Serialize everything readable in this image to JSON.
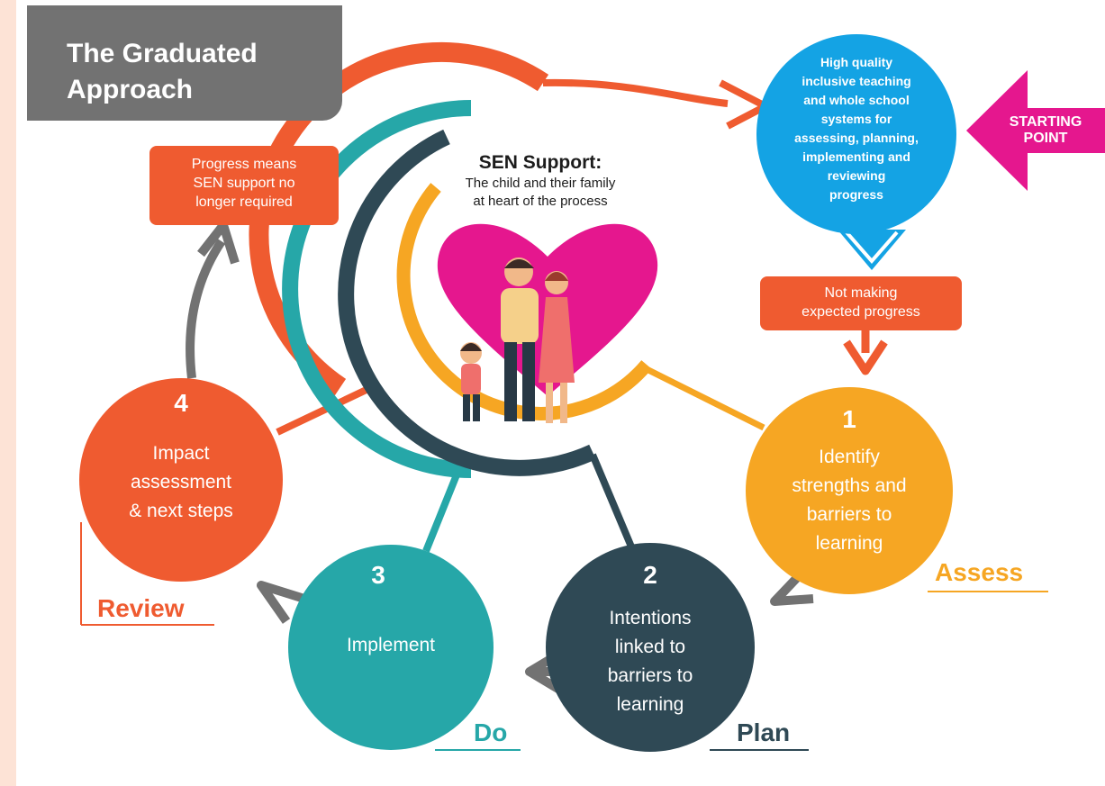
{
  "title": {
    "line1": "The Graduated",
    "line2": "Approach"
  },
  "center": {
    "heading": "SEN Support:",
    "line1": "The child and their family",
    "line2": "at heart of the process"
  },
  "start": {
    "circle_lines": [
      "High quality",
      "inclusive teaching",
      "and whole school",
      "systems for",
      "assessing, planning,",
      "implementing and",
      "reviewing",
      "progress"
    ],
    "arrow_line1": "STARTING",
    "arrow_line2": "POINT"
  },
  "not_progress": {
    "line1": "Not making",
    "line2": "expected progress"
  },
  "progress_box": {
    "line1": "Progress means",
    "line2": "SEN support no",
    "line3": "longer required"
  },
  "steps": [
    {
      "number": "1",
      "lines": [
        "Identify",
        "strengths and",
        "barriers to",
        "learning"
      ],
      "stage": "Assess",
      "color": "#f6a623"
    },
    {
      "number": "2",
      "lines": [
        "Intentions",
        "linked to",
        "barriers to",
        "learning"
      ],
      "stage": "Plan",
      "color": "#2f4955"
    },
    {
      "number": "3",
      "lines": [
        "Implement"
      ],
      "stage": "Do",
      "color": "#26a7a8"
    },
    {
      "number": "4",
      "lines": [
        "Impact",
        "assessment",
        "& next steps"
      ],
      "stage": "Review",
      "color": "#ef5b30"
    }
  ],
  "colors": {
    "orange_red": "#ef5b30",
    "amber": "#f6a623",
    "navy": "#2f4955",
    "teal": "#26a7a8",
    "sky": "#14a3e4",
    "magenta": "#e5178e",
    "grey": "#727272"
  }
}
